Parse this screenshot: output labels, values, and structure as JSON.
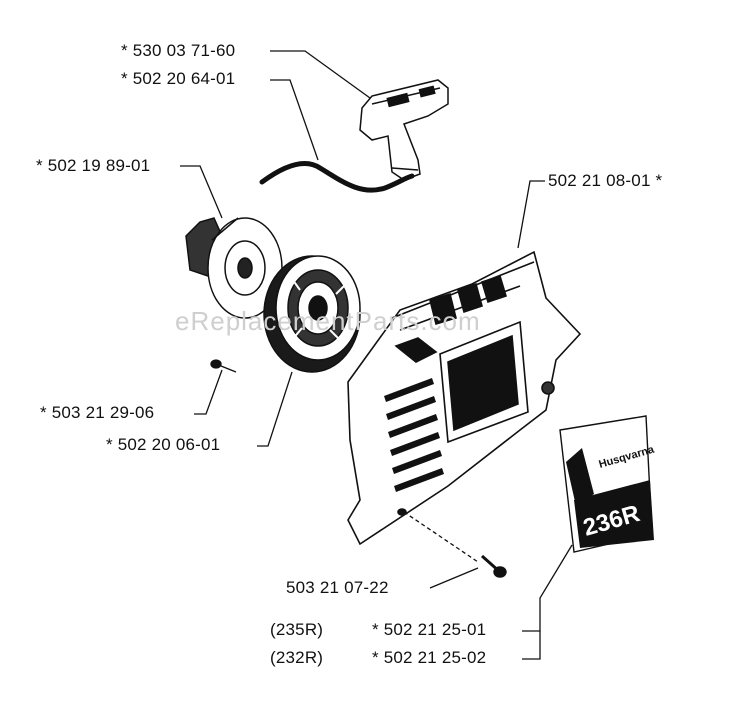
{
  "watermark": "eReplacementParts.com",
  "decal": {
    "brand": "Husqvarna",
    "model": "236R"
  },
  "labels": {
    "handle": "* 530 03 71-60",
    "rope": "* 502 20 64-01",
    "pulley": "* 502 19 89-01",
    "cover": "502 21 08-01 *",
    "screw_small": "* 503 21 29-06",
    "spring_cassette": "* 502 20 06-01",
    "screw_long": "503 21 07-22",
    "decal_235_model": "(235R)",
    "decal_235_part": "* 502 21 25-01",
    "decal_232_model": "(232R)",
    "decal_232_part": "* 502 21 25-02"
  }
}
